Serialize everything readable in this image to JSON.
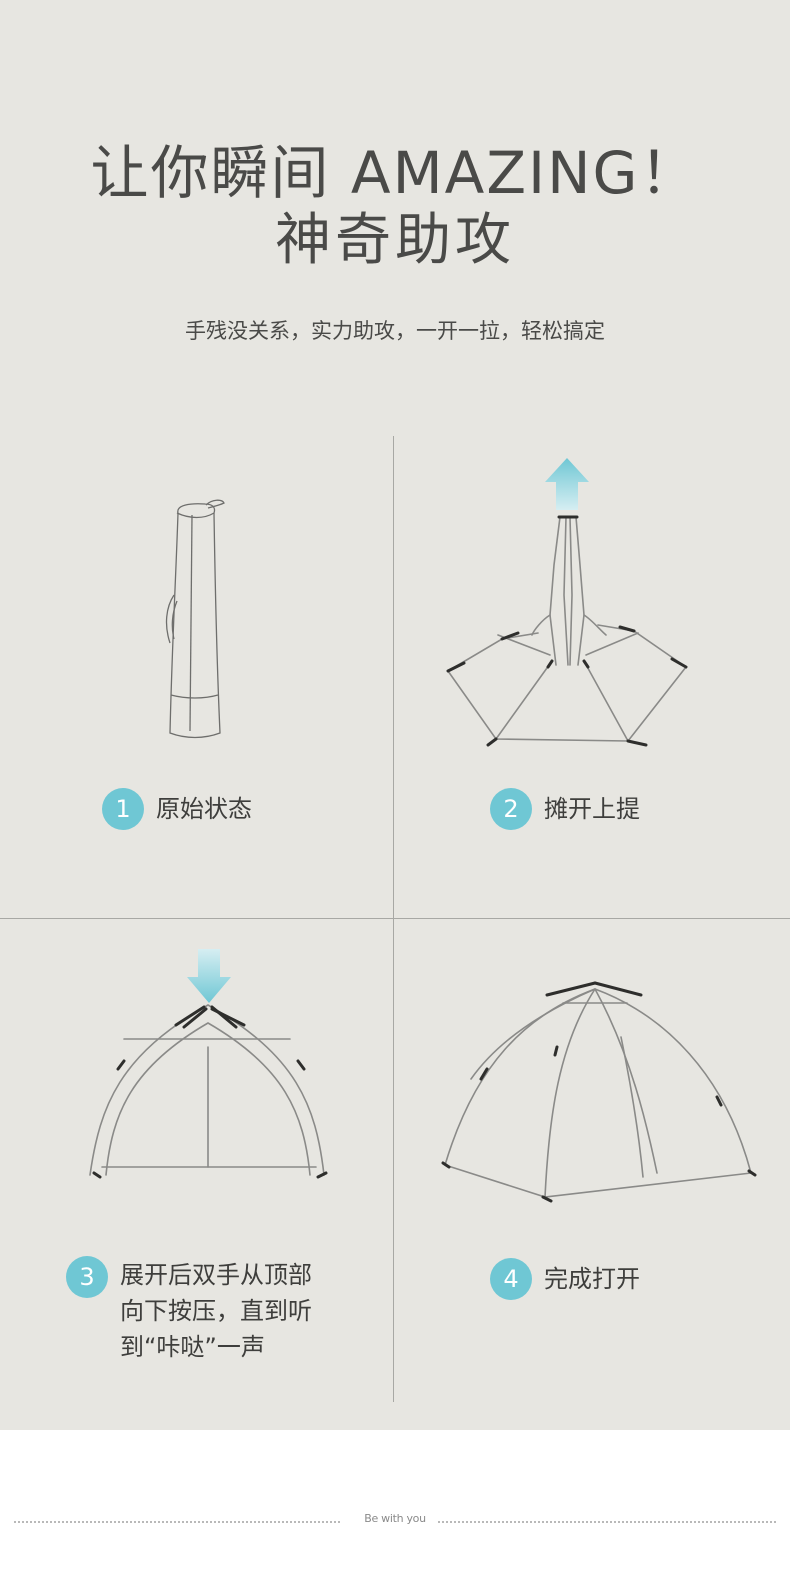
{
  "header": {
    "title_line1": "让你瞬间 AMAZING！",
    "title_line2": "神奇助攻",
    "subtitle": "手残没关系，实力助攻，一开一拉，轻松搞定"
  },
  "steps": [
    {
      "number": "1",
      "label": "原始状态"
    },
    {
      "number": "2",
      "label": "摊开上提"
    },
    {
      "number": "3",
      "lines": [
        "展开后双手从顶部",
        "向下按压，直到听",
        "到“咔哒”一声"
      ]
    },
    {
      "number": "4",
      "label": "完成打开"
    }
  ],
  "footer": {
    "text": "Be with you"
  },
  "colors": {
    "panel_bg": "#e7e6e1",
    "accent": "#6fc7d4",
    "text": "#4a4a48"
  },
  "icons": [
    "tent-bag-illustration",
    "tent-frame-lift-illustration",
    "up-arrow-icon",
    "tent-press-illustration",
    "down-arrow-icon",
    "tent-open-illustration"
  ]
}
